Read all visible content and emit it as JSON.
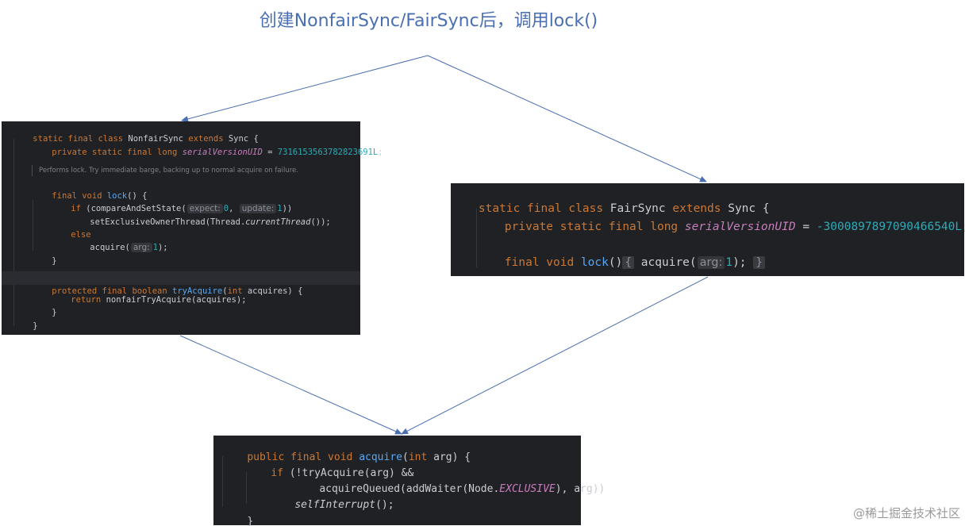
{
  "title": "创建NonfairSync/FairSync后，调用lock()",
  "nonfair": {
    "l1": {
      "a": "static final class ",
      "b": "NonfairSync ",
      "c": "extends ",
      "d": "Sync {"
    },
    "l2": {
      "a": "private static final long ",
      "b": "serialVersionUID",
      "c": " = ",
      "d": "7316153563782823691L",
      "e": ";"
    },
    "doc": "Performs lock. Try immediate barge, backing up to normal acquire on failure.",
    "l3": {
      "a": "final void ",
      "b": "lock",
      "c": "() {"
    },
    "l4": {
      "a": "if ",
      "b": "(compareAndSetState(",
      "h1": "expect:",
      "v1": "0",
      "c": ", ",
      "h2": "update:",
      "v2": "1",
      "d": "))"
    },
    "l5": {
      "a": "setExclusiveOwnerThread(Thread.",
      "b": "currentThread",
      "c": "());"
    },
    "l6": {
      "a": "else"
    },
    "l7": {
      "a": "acquire(",
      "h": "arg:",
      "v": "1",
      "c": ");"
    },
    "l8": {
      "a": "}"
    },
    "l9": {
      "a": "protected final boolean ",
      "b": "tryAcquire",
      "c": "(",
      "d": "int ",
      "e": "acquires) {"
    },
    "l10": {
      "a": "return ",
      "b": "nonfairTryAcquire(acquires);"
    },
    "l11": {
      "a": "}"
    },
    "l12": {
      "a": "}"
    }
  },
  "fair": {
    "l1": {
      "a": "static final class ",
      "b": "FairSync ",
      "c": "extends ",
      "d": "Sync {"
    },
    "l2": {
      "a": "private static final long ",
      "b": "serialVersionUID",
      "c": " = ",
      "d": "-3000897897090466540L",
      "e": ";"
    },
    "l3": {
      "a": "final void ",
      "b": "lock",
      "c": "()",
      "f1": "{",
      "d": " acquire(",
      "h": "arg:",
      "v": "1",
      "e": ");",
      "f2": "}"
    }
  },
  "acquire": {
    "l1": {
      "a": "public final void ",
      "b": "acquire",
      "c": "(",
      "d": "int ",
      "e": "arg) {"
    },
    "l2": {
      "a": "if ",
      "b": "(!tryAcquire(arg) &&"
    },
    "l3": {
      "a": "acquireQueued(addWaiter(Node.",
      "b": "EXCLUSIVE",
      "c": "), arg))"
    },
    "l4": {
      "a": "selfInterrupt",
      "b": "();"
    },
    "l5": {
      "a": "}"
    }
  },
  "watermark": "@稀土掘金技术社区",
  "colors": {
    "title": "#4a6fb0",
    "arrow": "#4a6fb0",
    "panel_bg": "#1f2125",
    "keyword": "#cc7832",
    "function": "#56a8f5",
    "number": "#2aacb8",
    "field": "#c77dbb"
  }
}
